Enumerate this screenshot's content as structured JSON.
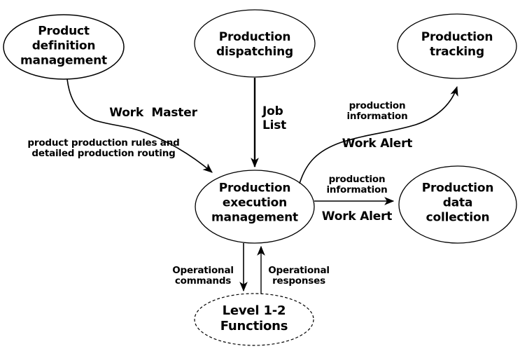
{
  "diagram": {
    "background": "#ffffff",
    "line_color": "#000000",
    "text_color": "#000000",
    "nodes": [
      {
        "id": "product-definition-management",
        "label": "Product\ndefinition\nmanagement",
        "shape": "ellipse",
        "border": "solid"
      },
      {
        "id": "production-dispatching",
        "label": "Production\ndispatching",
        "shape": "ellipse",
        "border": "solid"
      },
      {
        "id": "production-tracking",
        "label": "Production\ntracking",
        "shape": "ellipse",
        "border": "solid"
      },
      {
        "id": "production-execution-management",
        "label": "Production\nexecution\nmanagement",
        "shape": "ellipse",
        "border": "solid"
      },
      {
        "id": "production-data-collection",
        "label": "Production\ndata\ncollection",
        "shape": "ellipse",
        "border": "solid"
      },
      {
        "id": "level-1-2-functions",
        "label": "Level 1-2\nFunctions",
        "shape": "ellipse",
        "border": "dashed"
      }
    ],
    "edges": [
      {
        "from": "product-definition-management",
        "to": "production-execution-management",
        "labels": [
          "Work  Master",
          "product production rules and detailed production routing"
        ]
      },
      {
        "from": "production-dispatching",
        "to": "production-execution-management",
        "labels": [
          "Job List"
        ]
      },
      {
        "from": "production-execution-management",
        "to": "production-tracking",
        "labels": [
          "production information",
          "Work Alert"
        ]
      },
      {
        "from": "production-execution-management",
        "to": "production-data-collection",
        "labels": [
          "production information",
          "Work Alert"
        ]
      },
      {
        "from": "production-execution-management",
        "to": "level-1-2-functions",
        "labels": [
          "Operational commands"
        ]
      },
      {
        "from": "level-1-2-functions",
        "to": "production-execution-management",
        "labels": [
          "Operational responses"
        ]
      }
    ],
    "edge_labels": {
      "work_master": "Work  Master",
      "product_rules": "product production rules and\ndetailed production routing",
      "job_list": "Job\nList",
      "production_information_to_tracking": "production\ninformation",
      "work_alert_to_tracking": "Work Alert",
      "production_information_to_data_collection": "production\ninformation",
      "work_alert_to_data_collection": "Work Alert",
      "operational_commands": "Operational\ncommands",
      "operational_responses": "Operational\nresponses"
    }
  }
}
